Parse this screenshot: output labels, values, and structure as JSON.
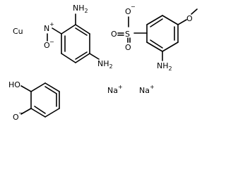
{
  "diagram": {
    "fragments": {
      "copper": {
        "symbol": "Cu"
      },
      "nitrodiamine": {
        "amine_top": "NH2",
        "amine_bottom": "NH2",
        "nitro_n": "N",
        "nitro_o": "O",
        "n_charge": "+",
        "o_charge": "−"
      },
      "sulfonate": {
        "s": "S",
        "o_top": "O",
        "o_left": "O",
        "o_bottom": "O",
        "o_charge": "−",
        "methoxy_o": "O",
        "amine": "NH2"
      },
      "resorcinol": {
        "hydroxyl": "HO",
        "oxide_o": "O",
        "oxide_charge": "−"
      },
      "sodium_ions": [
        {
          "symbol": "Na",
          "charge": "+"
        },
        {
          "symbol": "Na",
          "charge": "+"
        }
      ]
    }
  }
}
